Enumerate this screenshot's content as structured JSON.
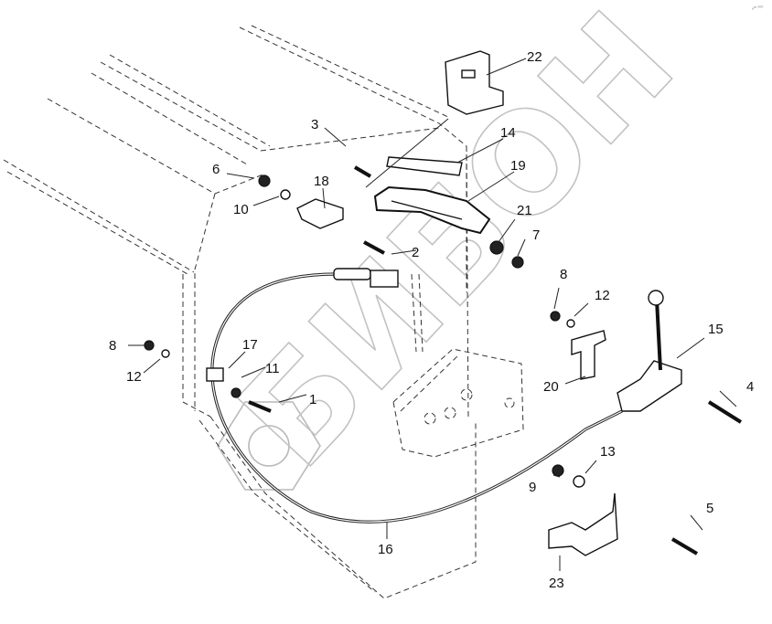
{
  "diagram": {
    "title": "Throttle control cable assembly - exploded parts view",
    "corner_mark": "₈ᵐ ⁰⁰⁰",
    "watermark": {
      "text": "БИБОН",
      "logo_icon": "hexagon-nut-logo-icon"
    },
    "callouts": [
      {
        "id": "1",
        "label": "1",
        "part": "bolt"
      },
      {
        "id": "2",
        "label": "2",
        "part": "carriage-bolt"
      },
      {
        "id": "3",
        "label": "3",
        "part": "bolt"
      },
      {
        "id": "4",
        "label": "4",
        "part": "hex-bolt"
      },
      {
        "id": "5",
        "label": "5",
        "part": "hex-bolt"
      },
      {
        "id": "6",
        "label": "6",
        "part": "nut"
      },
      {
        "id": "7",
        "label": "7",
        "part": "lock-nut"
      },
      {
        "id": "8a",
        "label": "8",
        "part": "nut"
      },
      {
        "id": "8b",
        "label": "8",
        "part": "nut"
      },
      {
        "id": "9",
        "label": "9",
        "part": "nut"
      },
      {
        "id": "10",
        "label": "10",
        "part": "washer"
      },
      {
        "id": "11",
        "label": "11",
        "part": "washer"
      },
      {
        "id": "12a",
        "label": "12",
        "part": "lock-washer"
      },
      {
        "id": "12b",
        "label": "12",
        "part": "lock-washer"
      },
      {
        "id": "13",
        "label": "13",
        "part": "lock-washer"
      },
      {
        "id": "14",
        "label": "14",
        "part": "scale-decal"
      },
      {
        "id": "15",
        "label": "15",
        "part": "throttle-lever"
      },
      {
        "id": "16",
        "label": "16",
        "part": "control-cable"
      },
      {
        "id": "17",
        "label": "17",
        "part": "cable-clamp"
      },
      {
        "id": "18",
        "label": "18",
        "part": "cable-bracket"
      },
      {
        "id": "19",
        "label": "19",
        "part": "slotted-guide-plate"
      },
      {
        "id": "20",
        "label": "20",
        "part": "mounting-plate"
      },
      {
        "id": "21",
        "label": "21",
        "part": "spacer"
      },
      {
        "id": "22",
        "label": "22",
        "part": "angle-bracket"
      },
      {
        "id": "23",
        "label": "23",
        "part": "cable-support-bracket"
      }
    ]
  }
}
